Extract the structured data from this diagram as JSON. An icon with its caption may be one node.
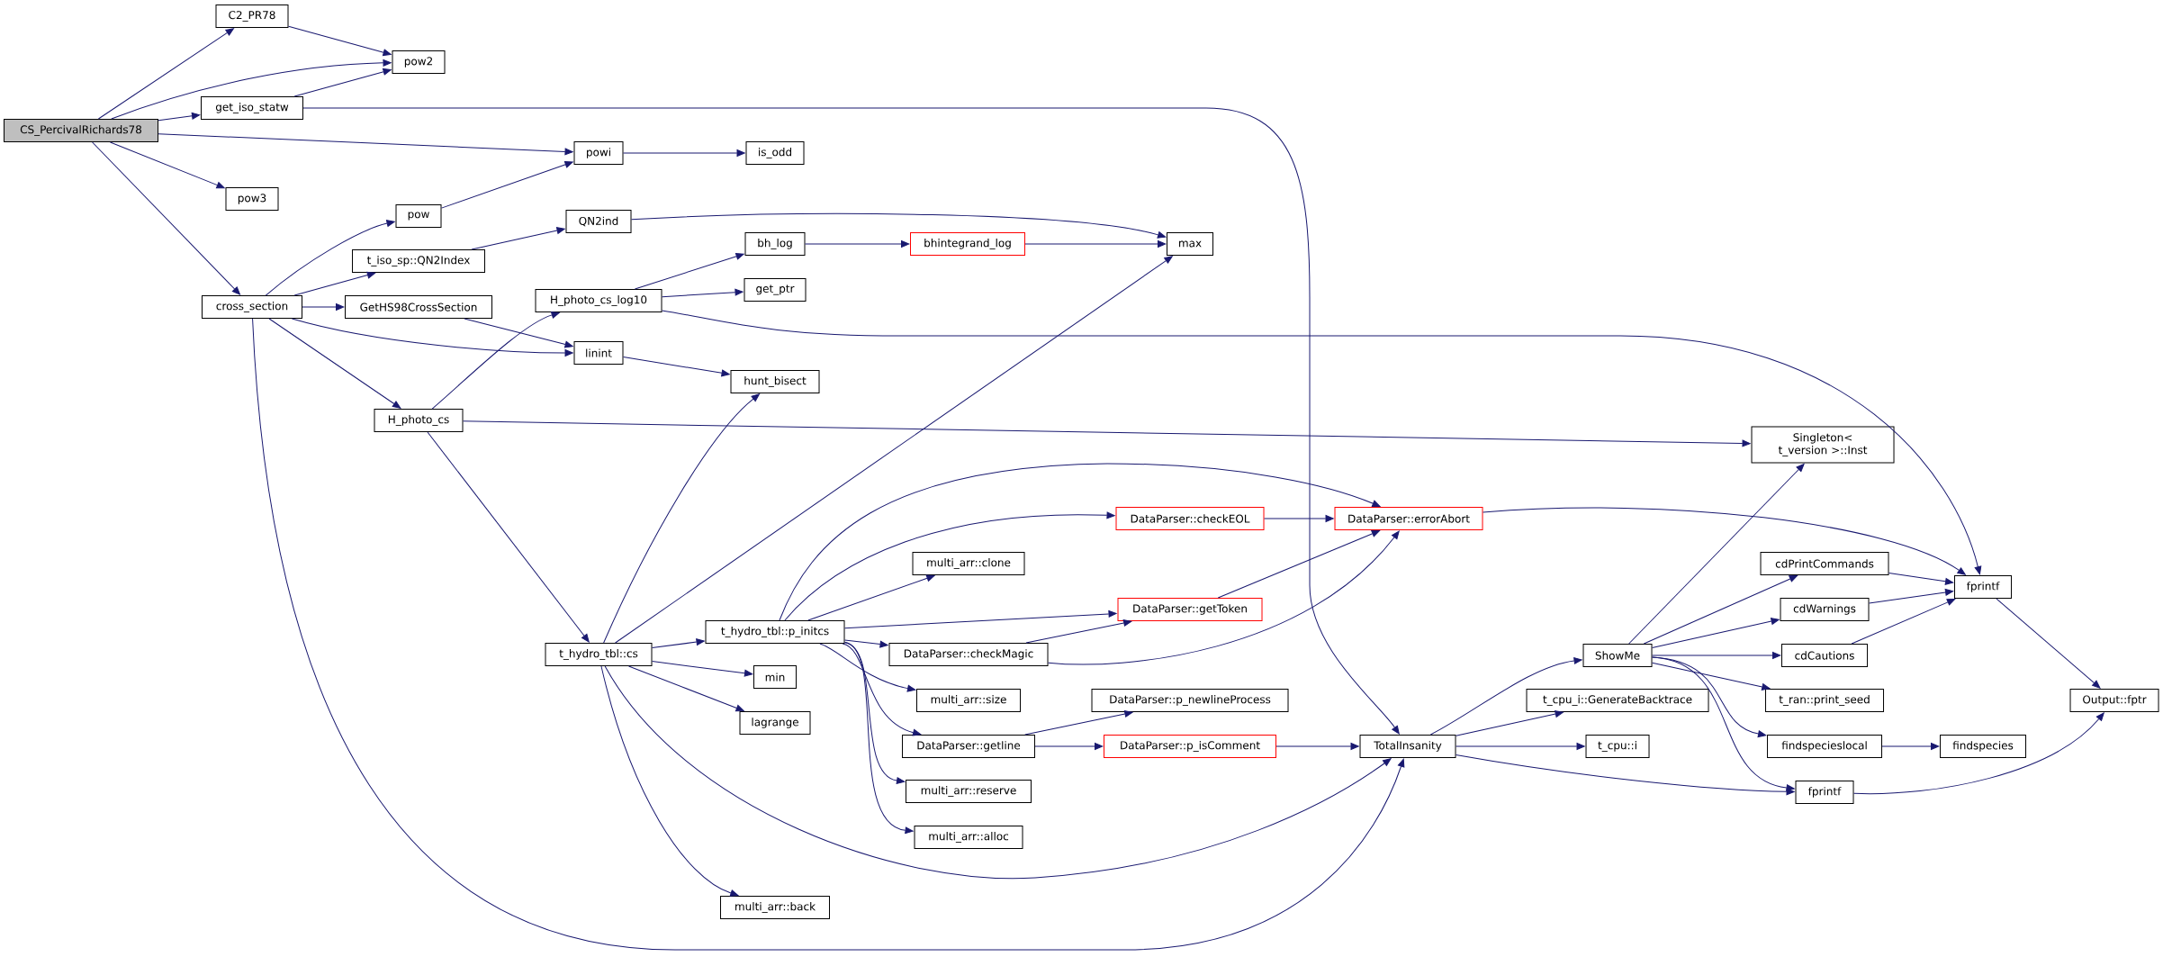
{
  "diagram": {
    "nodes": [
      {
        "text": [
          "CS_PercivalRichards78"
        ]
      },
      {
        "text": [
          "C2_PR78"
        ]
      },
      {
        "text": [
          "pow2"
        ]
      },
      {
        "text": [
          "get_iso_statw"
        ]
      },
      {
        "text": [
          "powi"
        ]
      },
      {
        "text": [
          "is_odd"
        ]
      },
      {
        "text": [
          "pow3"
        ]
      },
      {
        "text": [
          "pow"
        ]
      },
      {
        "text": [
          "QN2ind"
        ]
      },
      {
        "text": [
          "max"
        ]
      },
      {
        "text": [
          "t_iso_sp::QN2Index"
        ]
      },
      {
        "text": [
          "cross_section"
        ]
      },
      {
        "text": [
          "bh_log"
        ]
      },
      {
        "text": [
          "bhintegrand_log"
        ]
      },
      {
        "text": [
          "H_photo_cs_log10"
        ]
      },
      {
        "text": [
          "get_ptr"
        ]
      },
      {
        "text": [
          "GetHS98CrossSection"
        ]
      },
      {
        "text": [
          "linint"
        ]
      },
      {
        "text": [
          "hunt_bisect"
        ]
      },
      {
        "text": [
          "H_photo_cs"
        ]
      },
      {
        "text": [
          "Singleton< t_version >::Inst"
        ]
      },
      {
        "text": [
          "DataParser::errorAbort"
        ]
      },
      {
        "text": [
          "DataParser::checkEOL"
        ]
      },
      {
        "text": [
          "multi_arr::clone"
        ]
      },
      {
        "text": [
          "fprintf"
        ]
      },
      {
        "text": [
          "cdPrintCommands"
        ]
      },
      {
        "text": [
          "DataParser::getToken"
        ]
      },
      {
        "text": [
          "cdWarnings"
        ]
      },
      {
        "text": [
          "t_hydro_tbl::p_initcs"
        ]
      },
      {
        "text": [
          "t_hydro_tbl::cs"
        ]
      },
      {
        "text": [
          "DataParser::checkMagic"
        ]
      },
      {
        "text": [
          "ShowMe"
        ]
      },
      {
        "text": [
          "cdCautions"
        ]
      },
      {
        "text": [
          "min"
        ]
      },
      {
        "text": [
          "multi_arr::size"
        ]
      },
      {
        "text": [
          "DataParser::p_newlineProcess"
        ]
      },
      {
        "text": [
          "t_cpu_i::GenerateBacktrace"
        ]
      },
      {
        "text": [
          "t_ran::print_seed"
        ]
      },
      {
        "text": [
          "Output::fptr"
        ]
      },
      {
        "text": [
          "lagrange"
        ]
      },
      {
        "text": [
          "DataParser::getline"
        ]
      },
      {
        "text": [
          "DataParser::p_isComment"
        ]
      },
      {
        "text": [
          "TotalInsanity"
        ]
      },
      {
        "text": [
          "t_cpu::i"
        ]
      },
      {
        "text": [
          "findspecieslocal"
        ]
      },
      {
        "text": [
          "findspecies"
        ]
      },
      {
        "text": [
          "multi_arr::reserve"
        ]
      },
      {
        "text": [
          "fprintf"
        ]
      },
      {
        "text": [
          "multi_arr::alloc"
        ]
      },
      {
        "text": [
          "multi_arr::back"
        ]
      }
    ],
    "edges": [
      {
        "from": 0,
        "to": 1,
        "arrow": "to"
      },
      {
        "from": 0,
        "to": 2,
        "arrow": "to"
      },
      {
        "from": 0,
        "to": 3,
        "arrow": "to"
      },
      {
        "from": 0,
        "to": 4,
        "arrow": "to"
      },
      {
        "from": 0,
        "to": 6,
        "arrow": "to"
      },
      {
        "from": 0,
        "to": 11,
        "arrow": "to"
      },
      {
        "from": 1,
        "to": 2,
        "arrow": "to"
      },
      {
        "from": 3,
        "to": 2,
        "arrow": "to"
      },
      {
        "from": 3,
        "to": 42,
        "arrow": "to"
      },
      {
        "from": 4,
        "to": 5,
        "arrow": "to"
      },
      {
        "from": 7,
        "to": 4,
        "arrow": "to"
      },
      {
        "from": 8,
        "to": 9,
        "arrow": "to"
      },
      {
        "from": 10,
        "to": 8,
        "arrow": "to"
      },
      {
        "from": 11,
        "to": 7,
        "arrow": "to"
      },
      {
        "from": 11,
        "to": 10,
        "arrow": "to"
      },
      {
        "from": 11,
        "to": 16,
        "arrow": "to"
      },
      {
        "from": 11,
        "to": 17,
        "arrow": "to"
      },
      {
        "from": 11,
        "to": 19,
        "arrow": "to"
      },
      {
        "from": 11,
        "to": 42,
        "arrow": "to"
      },
      {
        "from": 12,
        "to": 13,
        "arrow": "to"
      },
      {
        "from": 13,
        "to": 9,
        "arrow": "to"
      },
      {
        "from": 14,
        "to": 12,
        "arrow": "to"
      },
      {
        "from": 14,
        "to": 15,
        "arrow": "to"
      },
      {
        "from": 14,
        "to": 24,
        "arrow": "to"
      },
      {
        "from": 16,
        "to": 17,
        "arrow": "to"
      },
      {
        "from": 17,
        "to": 18,
        "arrow": "to"
      },
      {
        "from": 19,
        "to": 14,
        "arrow": "to"
      },
      {
        "from": 19,
        "to": 20,
        "arrow": "to"
      },
      {
        "from": 19,
        "to": 29,
        "arrow": "to"
      },
      {
        "from": 29,
        "to": 18,
        "arrow": "to"
      },
      {
        "from": 29,
        "to": 9,
        "arrow": "to"
      },
      {
        "from": 29,
        "to": 28,
        "arrow": "to"
      },
      {
        "from": 29,
        "to": 33,
        "arrow": "to"
      },
      {
        "from": 29,
        "to": 39,
        "arrow": "to"
      },
      {
        "from": 29,
        "to": 42,
        "arrow": "to"
      },
      {
        "from": 29,
        "to": 49,
        "arrow": "to"
      },
      {
        "from": 28,
        "to": 21,
        "arrow": "to"
      },
      {
        "from": 28,
        "to": 22,
        "arrow": "to"
      },
      {
        "from": 28,
        "to": 23,
        "arrow": "to"
      },
      {
        "from": 28,
        "to": 26,
        "arrow": "to"
      },
      {
        "from": 28,
        "to": 30,
        "arrow": "to"
      },
      {
        "from": 28,
        "to": 34,
        "arrow": "to"
      },
      {
        "from": 28,
        "to": 40,
        "arrow": "to"
      },
      {
        "from": 28,
        "to": 46,
        "arrow": "to"
      },
      {
        "from": 28,
        "to": 48,
        "arrow": "to"
      },
      {
        "from": 22,
        "to": 21,
        "arrow": "to"
      },
      {
        "from": 26,
        "to": 21,
        "arrow": "to"
      },
      {
        "from": 30,
        "to": 26,
        "arrow": "to"
      },
      {
        "from": 30,
        "to": 21,
        "arrow": "to"
      },
      {
        "from": 21,
        "to": 24,
        "arrow": "to"
      },
      {
        "from": 40,
        "to": 35,
        "arrow": "to"
      },
      {
        "from": 40,
        "to": 41,
        "arrow": "to"
      },
      {
        "from": 41,
        "to": 42,
        "arrow": "to"
      },
      {
        "from": 42,
        "to": 31,
        "arrow": "to"
      },
      {
        "from": 42,
        "to": 36,
        "arrow": "to"
      },
      {
        "from": 42,
        "to": 43,
        "arrow": "to"
      },
      {
        "from": 42,
        "to": 47,
        "arrow": "to"
      },
      {
        "from": 31,
        "to": 20,
        "arrow": "to"
      },
      {
        "from": 31,
        "to": 25,
        "arrow": "to"
      },
      {
        "from": 31,
        "to": 27,
        "arrow": "to"
      },
      {
        "from": 31,
        "to": 32,
        "arrow": "to"
      },
      {
        "from": 31,
        "to": 37,
        "arrow": "to"
      },
      {
        "from": 31,
        "to": 44,
        "arrow": "to"
      },
      {
        "from": 31,
        "to": 47,
        "arrow": "to"
      },
      {
        "from": 25,
        "to": 24,
        "arrow": "to"
      },
      {
        "from": 27,
        "to": 24,
        "arrow": "to"
      },
      {
        "from": 32,
        "to": 24,
        "arrow": "to"
      },
      {
        "from": 24,
        "to": 38,
        "arrow": "to"
      },
      {
        "from": 47,
        "to": 38,
        "arrow": "to"
      },
      {
        "from": 44,
        "to": 45,
        "arrow": "to"
      }
    ]
  }
}
